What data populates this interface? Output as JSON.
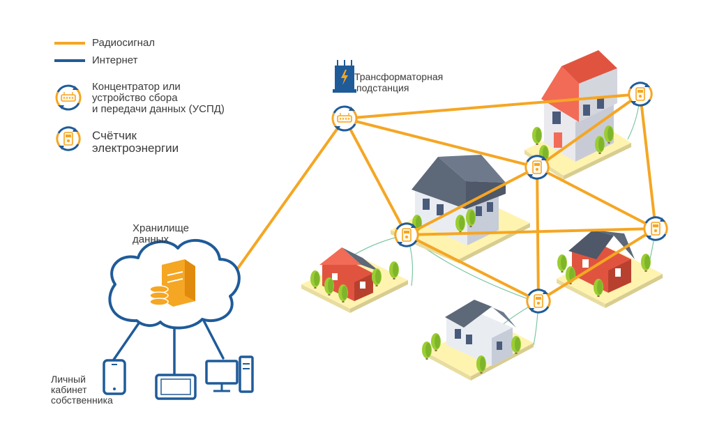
{
  "colors": {
    "radio": "#f5a623",
    "internet": "#1f5b99",
    "meter_orange": "#f5a623",
    "meter_blue": "#1f5b99",
    "green_line": "#7cc7a3"
  },
  "legend": {
    "radio_label": "Радиосигнал",
    "internet_label": "Интернет",
    "concentrator_label_lines": [
      "Концентратор или",
      "устройство сбора",
      "и передачи данных (УСПД)"
    ],
    "meter_label_lines": [
      "Счётчик",
      "электроэнергии"
    ]
  },
  "labels": {
    "substation_lines": [
      "Трансформаторная",
      "подстанция"
    ],
    "storage_lines": [
      "Хранилище",
      "данных"
    ],
    "cabinet_lines": [
      "Личный",
      "кабинет",
      "собственника"
    ]
  },
  "icons": {
    "substation": "substation-icon",
    "concentrator": "concentrator-icon",
    "meter": "meter-icon",
    "cloud": "cloud-icon",
    "server": "server-icon",
    "phone": "phone-icon",
    "tablet": "tablet-icon",
    "desktop": "desktop-icon",
    "house": "house-icon"
  }
}
